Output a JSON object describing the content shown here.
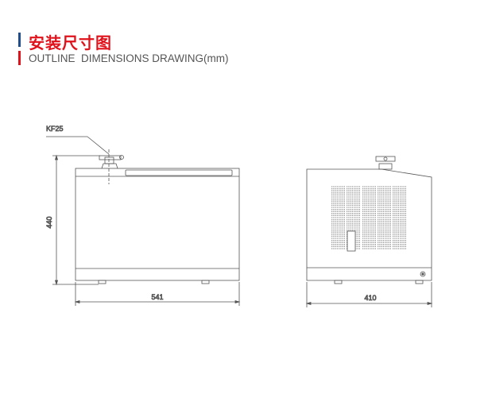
{
  "header": {
    "title": "安装尺寸图",
    "subtitle": "OUTLINE  DIMENSIONS DRAWING(mm)",
    "accent_blue": "#1f4e8c",
    "accent_red": "#e0121b"
  },
  "drawing": {
    "flange_label": "KF25",
    "height_label": "440",
    "width_label": "541",
    "depth_label": "410"
  }
}
